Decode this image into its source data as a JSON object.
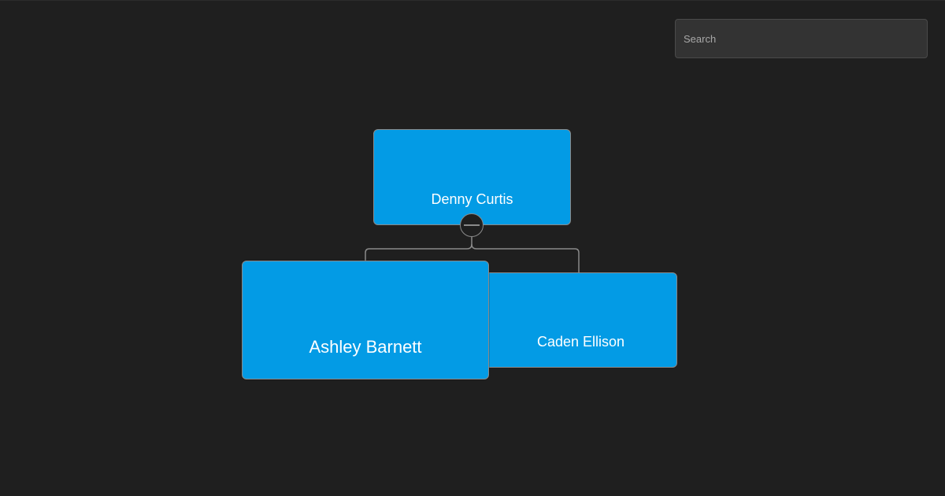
{
  "search": {
    "placeholder": "Search",
    "value": ""
  },
  "org_chart": {
    "root": {
      "name": "Denny Curtis",
      "expanded": true,
      "toggle_icon": "minus-icon",
      "children": [
        {
          "name": "Ashley Barnett",
          "highlighted": true
        },
        {
          "name": "Caden Ellison",
          "highlighted": false
        }
      ]
    }
  },
  "colors": {
    "background": "#1f1f1f",
    "node_fill": "#039be5",
    "node_border": "#8a8a8a",
    "connector": "#8a8a8a",
    "node_text": "#ffffff",
    "search_bg": "#333333",
    "search_border": "#4a4a4a",
    "search_placeholder": "#a8a8a8"
  }
}
